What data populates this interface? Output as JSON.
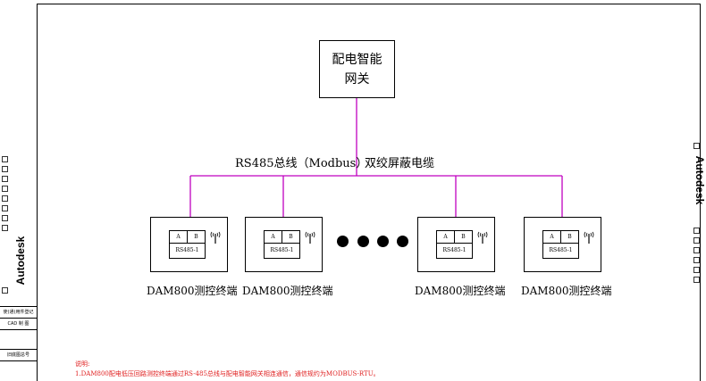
{
  "gateway": {
    "line1": "配电智能",
    "line2": "网关"
  },
  "bus": {
    "left_label": "RS485总线（Modbus）",
    "right_label": "双绞屏蔽电缆",
    "color": "#c000c0"
  },
  "terminals": [
    {
      "a": "A",
      "b": "B",
      "port": "RS485-1",
      "label": "DAM800测控终端"
    },
    {
      "a": "A",
      "b": "B",
      "port": "RS485-1",
      "label": "DAM800测控终端"
    },
    {
      "a": "A",
      "b": "B",
      "port": "RS485-1",
      "label": "DAM800测控终端"
    },
    {
      "a": "A",
      "b": "B",
      "port": "RS485-1",
      "label": "DAM800测控终端"
    }
  ],
  "notes": {
    "title": "说明:",
    "line1": "1.DAM800配电低压回路测控终端通过RS-485总线与配电智能网关相连通信，通信规约为MODBUS-RTU。",
    "color": "#e02020"
  },
  "sidebar": {
    "brand": "Autodesk",
    "cell1": "使(通)用件登记",
    "cell2": "CAD 制 图",
    "cell3": "旧底图总号"
  }
}
